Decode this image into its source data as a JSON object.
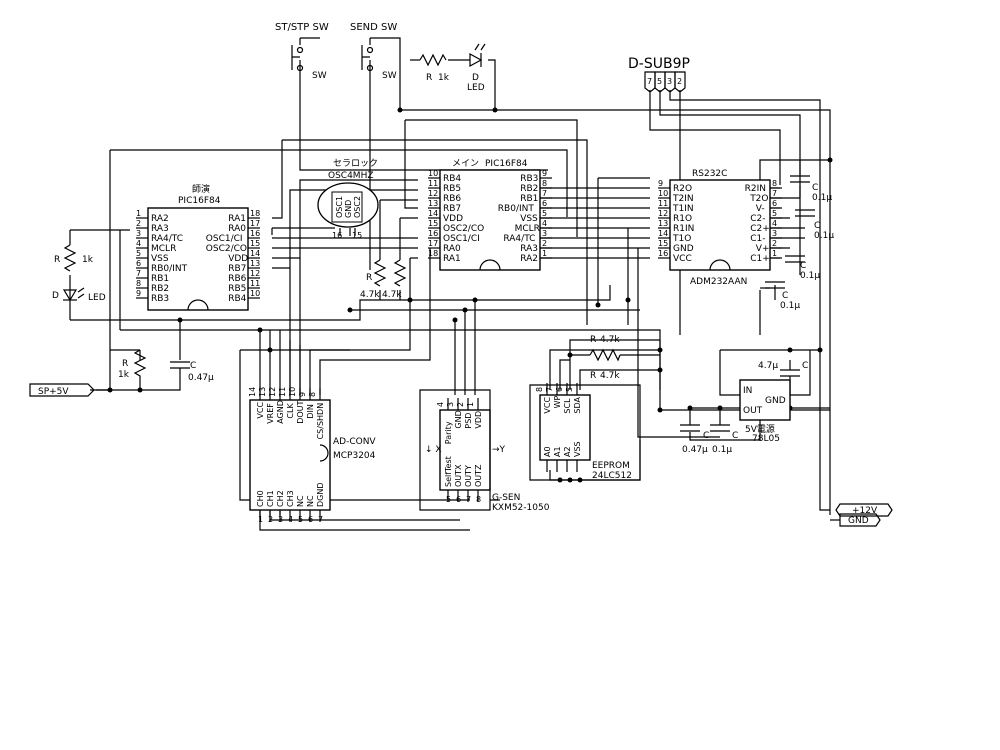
{
  "sw1": {
    "title": "ST/STP SW",
    "label": "SW"
  },
  "sw2": {
    "title": "SEND SW",
    "label": "SW"
  },
  "led_top": {
    "r_name": "R",
    "r_value": "1k",
    "d_name": "D",
    "d_label": "LED"
  },
  "dsub": {
    "title": "D-SUB9P",
    "pins": [
      "7",
      "5",
      "3",
      "2"
    ]
  },
  "pic_left": {
    "title1": "師演",
    "title2": "PIC16F84",
    "left_pins": [
      {
        "num": "1",
        "name": "RA2"
      },
      {
        "num": "2",
        "name": "RA3"
      },
      {
        "num": "3",
        "name": "RA4/TC"
      },
      {
        "num": "4",
        "name": "MCLR"
      },
      {
        "num": "5",
        "name": "VSS"
      },
      {
        "num": "6",
        "name": "RB0/INT"
      },
      {
        "num": "7",
        "name": "RB1"
      },
      {
        "num": "8",
        "name": "RB2"
      },
      {
        "num": "9",
        "name": "RB3"
      }
    ],
    "right_pins": [
      {
        "num": "18",
        "name": "RA1"
      },
      {
        "num": "17",
        "name": "RA0"
      },
      {
        "num": "16",
        "name": "OSC1/CI"
      },
      {
        "num": "15",
        "name": "OSC2/CO"
      },
      {
        "num": "14",
        "name": "VDD"
      },
      {
        "num": "13",
        "name": "RB7"
      },
      {
        "num": "12",
        "name": "RB6"
      },
      {
        "num": "11",
        "name": "RB5"
      },
      {
        "num": "10",
        "name": "RB4"
      }
    ]
  },
  "pic_main": {
    "title1": "メイン",
    "title2": "PIC16F84",
    "left_pins": [
      {
        "num": "10",
        "name": "RB4"
      },
      {
        "num": "11",
        "name": "RB5"
      },
      {
        "num": "12",
        "name": "RB6"
      },
      {
        "num": "13",
        "name": "RB7"
      },
      {
        "num": "14",
        "name": "VDD"
      },
      {
        "num": "15",
        "name": "OSC2/CO"
      },
      {
        "num": "16",
        "name": "OSC1/CI"
      },
      {
        "num": "17",
        "name": "RA0"
      },
      {
        "num": "18",
        "name": "RA1"
      }
    ],
    "right_pins": [
      {
        "num": "9",
        "name": "RB3"
      },
      {
        "num": "8",
        "name": "RB2"
      },
      {
        "num": "7",
        "name": "RB1"
      },
      {
        "num": "6",
        "name": "RB0/INT"
      },
      {
        "num": "5",
        "name": "VSS"
      },
      {
        "num": "4",
        "name": "MCLR"
      },
      {
        "num": "3",
        "name": "RA4/TC"
      },
      {
        "num": "2",
        "name": "RA3"
      },
      {
        "num": "1",
        "name": "RA2"
      }
    ]
  },
  "osc": {
    "title1": "セラロック",
    "title2": "OSC4MHZ",
    "pins": [
      "OSC1",
      "GND",
      "OSC2"
    ],
    "n16": "16",
    "n15": "15"
  },
  "rs232": {
    "title": "RS232C",
    "part": "ADM232AAN",
    "left_pins": [
      {
        "num": "9",
        "name": "R2O"
      },
      {
        "num": "10",
        "name": "T2IN"
      },
      {
        "num": "11",
        "name": "T1IN"
      },
      {
        "num": "12",
        "name": "R1O"
      },
      {
        "num": "13",
        "name": "R1IN"
      },
      {
        "num": "14",
        "name": "T1O"
      },
      {
        "num": "15",
        "name": "GND"
      },
      {
        "num": "16",
        "name": "VCC"
      }
    ],
    "right_pins": [
      {
        "num": "8",
        "name": "R2IN"
      },
      {
        "num": "7",
        "name": "T2O"
      },
      {
        "num": "6",
        "name": "V-"
      },
      {
        "num": "5",
        "name": "C2-"
      },
      {
        "num": "4",
        "name": "C2+"
      },
      {
        "num": "3",
        "name": "C1-"
      },
      {
        "num": "2",
        "name": "V+"
      },
      {
        "num": "1",
        "name": "C1+"
      }
    ]
  },
  "caps_rs": {
    "name": "C",
    "value": "0.1μ"
  },
  "res_47k": {
    "r_name": "R",
    "value": "4.7k"
  },
  "led_left": {
    "r_name": "R",
    "r_value": "1k",
    "d_name": "D",
    "d_label": "LED"
  },
  "rc_left": {
    "r_name": "R",
    "r_value": "1k",
    "c_name": "C",
    "c_value": "0.47μ"
  },
  "sp5v": "SP+5V",
  "adc": {
    "title": "AD-CONV",
    "part": "MCP3204",
    "top_pins": [
      {
        "num": "14",
        "name": "VCC"
      },
      {
        "num": "13",
        "name": "VREF"
      },
      {
        "num": "12",
        "name": "AGND"
      },
      {
        "num": "11",
        "name": "CLK"
      },
      {
        "num": "10",
        "name": "DOUT"
      },
      {
        "num": "9",
        "name": "DIN"
      },
      {
        "num": "8",
        "name": "CS/SHDN"
      }
    ],
    "bottom_pins": [
      {
        "num": "1",
        "name": "CH0"
      },
      {
        "num": "2",
        "name": "CH1"
      },
      {
        "num": "3",
        "name": "CH2"
      },
      {
        "num": "4",
        "name": "CH3"
      },
      {
        "num": "5",
        "name": "NC"
      },
      {
        "num": "6",
        "name": "NC"
      },
      {
        "num": "7",
        "name": "DGND"
      }
    ]
  },
  "gsen": {
    "title": "G-SEN",
    "part": "KXM52-1050",
    "top_pins": [
      {
        "num": "4",
        "name": "Parity"
      },
      {
        "num": "3",
        "name": "GND"
      },
      {
        "num": "2",
        "name": "PSD"
      },
      {
        "num": "1",
        "name": "VDD"
      }
    ],
    "bottom_pins": [
      {
        "num": "5",
        "name": "SelfTest"
      },
      {
        "num": "6",
        "name": "OUTX"
      },
      {
        "num": "7",
        "name": "OUTY"
      },
      {
        "num": "8",
        "name": "OUTZ"
      }
    ],
    "arrow_x": "↓ X",
    "arrow_y": "→Y"
  },
  "eeprom": {
    "title": "EEPROM",
    "part": "24LC512",
    "top_pins": [
      {
        "num": "8",
        "name": "VCC"
      },
      {
        "num": "7",
        "name": "WP"
      },
      {
        "num": "6",
        "name": "SCL"
      },
      {
        "num": "5",
        "name": "SDA"
      }
    ],
    "bottom_pins": [
      {
        "name": "A0"
      },
      {
        "name": "A1"
      },
      {
        "name": "A2"
      },
      {
        "name": "VSS"
      }
    ]
  },
  "power": {
    "title": "5V電源",
    "part": "78L05",
    "in": "IN",
    "gnd": "GND",
    "out": "OUT",
    "c1": "C",
    "c1v": "0.47μ",
    "c2": "C",
    "c2v": "0.1μ",
    "c3": "C",
    "c3v": "4.7μ"
  },
  "plus12v": "+12V",
  "gnd": "GND"
}
